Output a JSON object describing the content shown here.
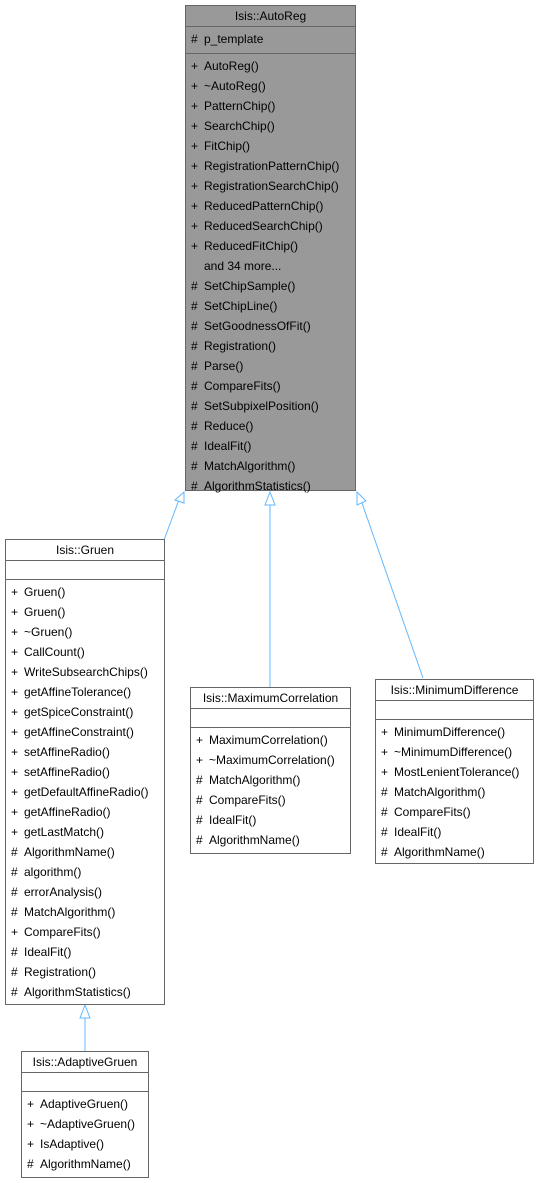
{
  "colors": {
    "edge": "#63b8ff",
    "border": "#666666",
    "main_fill": "#999999"
  },
  "classes": {
    "autoreg": {
      "name": "Isis::AutoReg",
      "attributes": [
        {
          "vis": "#",
          "name": "p_template"
        }
      ],
      "methods": [
        {
          "vis": "+",
          "name": "AutoReg()"
        },
        {
          "vis": "+",
          "name": "~AutoReg()"
        },
        {
          "vis": "+",
          "name": "PatternChip()"
        },
        {
          "vis": "+",
          "name": "SearchChip()"
        },
        {
          "vis": "+",
          "name": "FitChip()"
        },
        {
          "vis": "+",
          "name": "RegistrationPatternChip()"
        },
        {
          "vis": "+",
          "name": "RegistrationSearchChip()"
        },
        {
          "vis": "+",
          "name": "ReducedPatternChip()"
        },
        {
          "vis": "+",
          "name": "ReducedSearchChip()"
        },
        {
          "vis": "+",
          "name": "ReducedFitChip()"
        },
        {
          "vis": "",
          "name": "and 34 more..."
        },
        {
          "vis": "#",
          "name": "SetChipSample()"
        },
        {
          "vis": "#",
          "name": "SetChipLine()"
        },
        {
          "vis": "#",
          "name": "SetGoodnessOfFit()"
        },
        {
          "vis": "#",
          "name": "Registration()"
        },
        {
          "vis": "#",
          "name": "Parse()"
        },
        {
          "vis": "#",
          "name": "CompareFits()"
        },
        {
          "vis": "#",
          "name": "SetSubpixelPosition()"
        },
        {
          "vis": "#",
          "name": "Reduce()"
        },
        {
          "vis": "#",
          "name": "IdealFit()"
        },
        {
          "vis": "#",
          "name": "MatchAlgorithm()"
        },
        {
          "vis": "#",
          "name": "AlgorithmStatistics()"
        }
      ]
    },
    "gruen": {
      "name": "Isis::Gruen",
      "attributes": [],
      "methods": [
        {
          "vis": "+",
          "name": "Gruen()"
        },
        {
          "vis": "+",
          "name": "Gruen()"
        },
        {
          "vis": "+",
          "name": "~Gruen()"
        },
        {
          "vis": "+",
          "name": "CallCount()"
        },
        {
          "vis": "+",
          "name": "WriteSubsearchChips()"
        },
        {
          "vis": "+",
          "name": "getAffineTolerance()"
        },
        {
          "vis": "+",
          "name": "getSpiceConstraint()"
        },
        {
          "vis": "+",
          "name": "getAffineConstraint()"
        },
        {
          "vis": "+",
          "name": "setAffineRadio()"
        },
        {
          "vis": "+",
          "name": "setAffineRadio()"
        },
        {
          "vis": "+",
          "name": "getDefaultAffineRadio()"
        },
        {
          "vis": "+",
          "name": "getAffineRadio()"
        },
        {
          "vis": "+",
          "name": "getLastMatch()"
        },
        {
          "vis": "#",
          "name": "AlgorithmName()"
        },
        {
          "vis": "#",
          "name": "algorithm()"
        },
        {
          "vis": "#",
          "name": "errorAnalysis()"
        },
        {
          "vis": "#",
          "name": "MatchAlgorithm()"
        },
        {
          "vis": "+",
          "name": "CompareFits()"
        },
        {
          "vis": "#",
          "name": "IdealFit()"
        },
        {
          "vis": "#",
          "name": "Registration()"
        },
        {
          "vis": "#",
          "name": "AlgorithmStatistics()"
        }
      ]
    },
    "maxcorr": {
      "name": "Isis::MaximumCorrelation",
      "attributes": [],
      "methods": [
        {
          "vis": "+",
          "name": "MaximumCorrelation()"
        },
        {
          "vis": "+",
          "name": "~MaximumCorrelation()"
        },
        {
          "vis": "#",
          "name": "MatchAlgorithm()"
        },
        {
          "vis": "#",
          "name": "CompareFits()"
        },
        {
          "vis": "#",
          "name": "IdealFit()"
        },
        {
          "vis": "#",
          "name": "AlgorithmName()"
        }
      ]
    },
    "mindiff": {
      "name": "Isis::MinimumDifference",
      "attributes": [],
      "methods": [
        {
          "vis": "+",
          "name": "MinimumDifference()"
        },
        {
          "vis": "+",
          "name": "~MinimumDifference()"
        },
        {
          "vis": "+",
          "name": "MostLenientTolerance()"
        },
        {
          "vis": "#",
          "name": "MatchAlgorithm()"
        },
        {
          "vis": "#",
          "name": "CompareFits()"
        },
        {
          "vis": "#",
          "name": "IdealFit()"
        },
        {
          "vis": "#",
          "name": "AlgorithmName()"
        }
      ]
    },
    "adaptive": {
      "name": "Isis::AdaptiveGruen",
      "attributes": [],
      "methods": [
        {
          "vis": "+",
          "name": "AdaptiveGruen()"
        },
        {
          "vis": "+",
          "name": "~AdaptiveGruen()"
        },
        {
          "vis": "+",
          "name": "IsAdaptive()"
        },
        {
          "vis": "#",
          "name": "AlgorithmName()"
        }
      ]
    }
  }
}
